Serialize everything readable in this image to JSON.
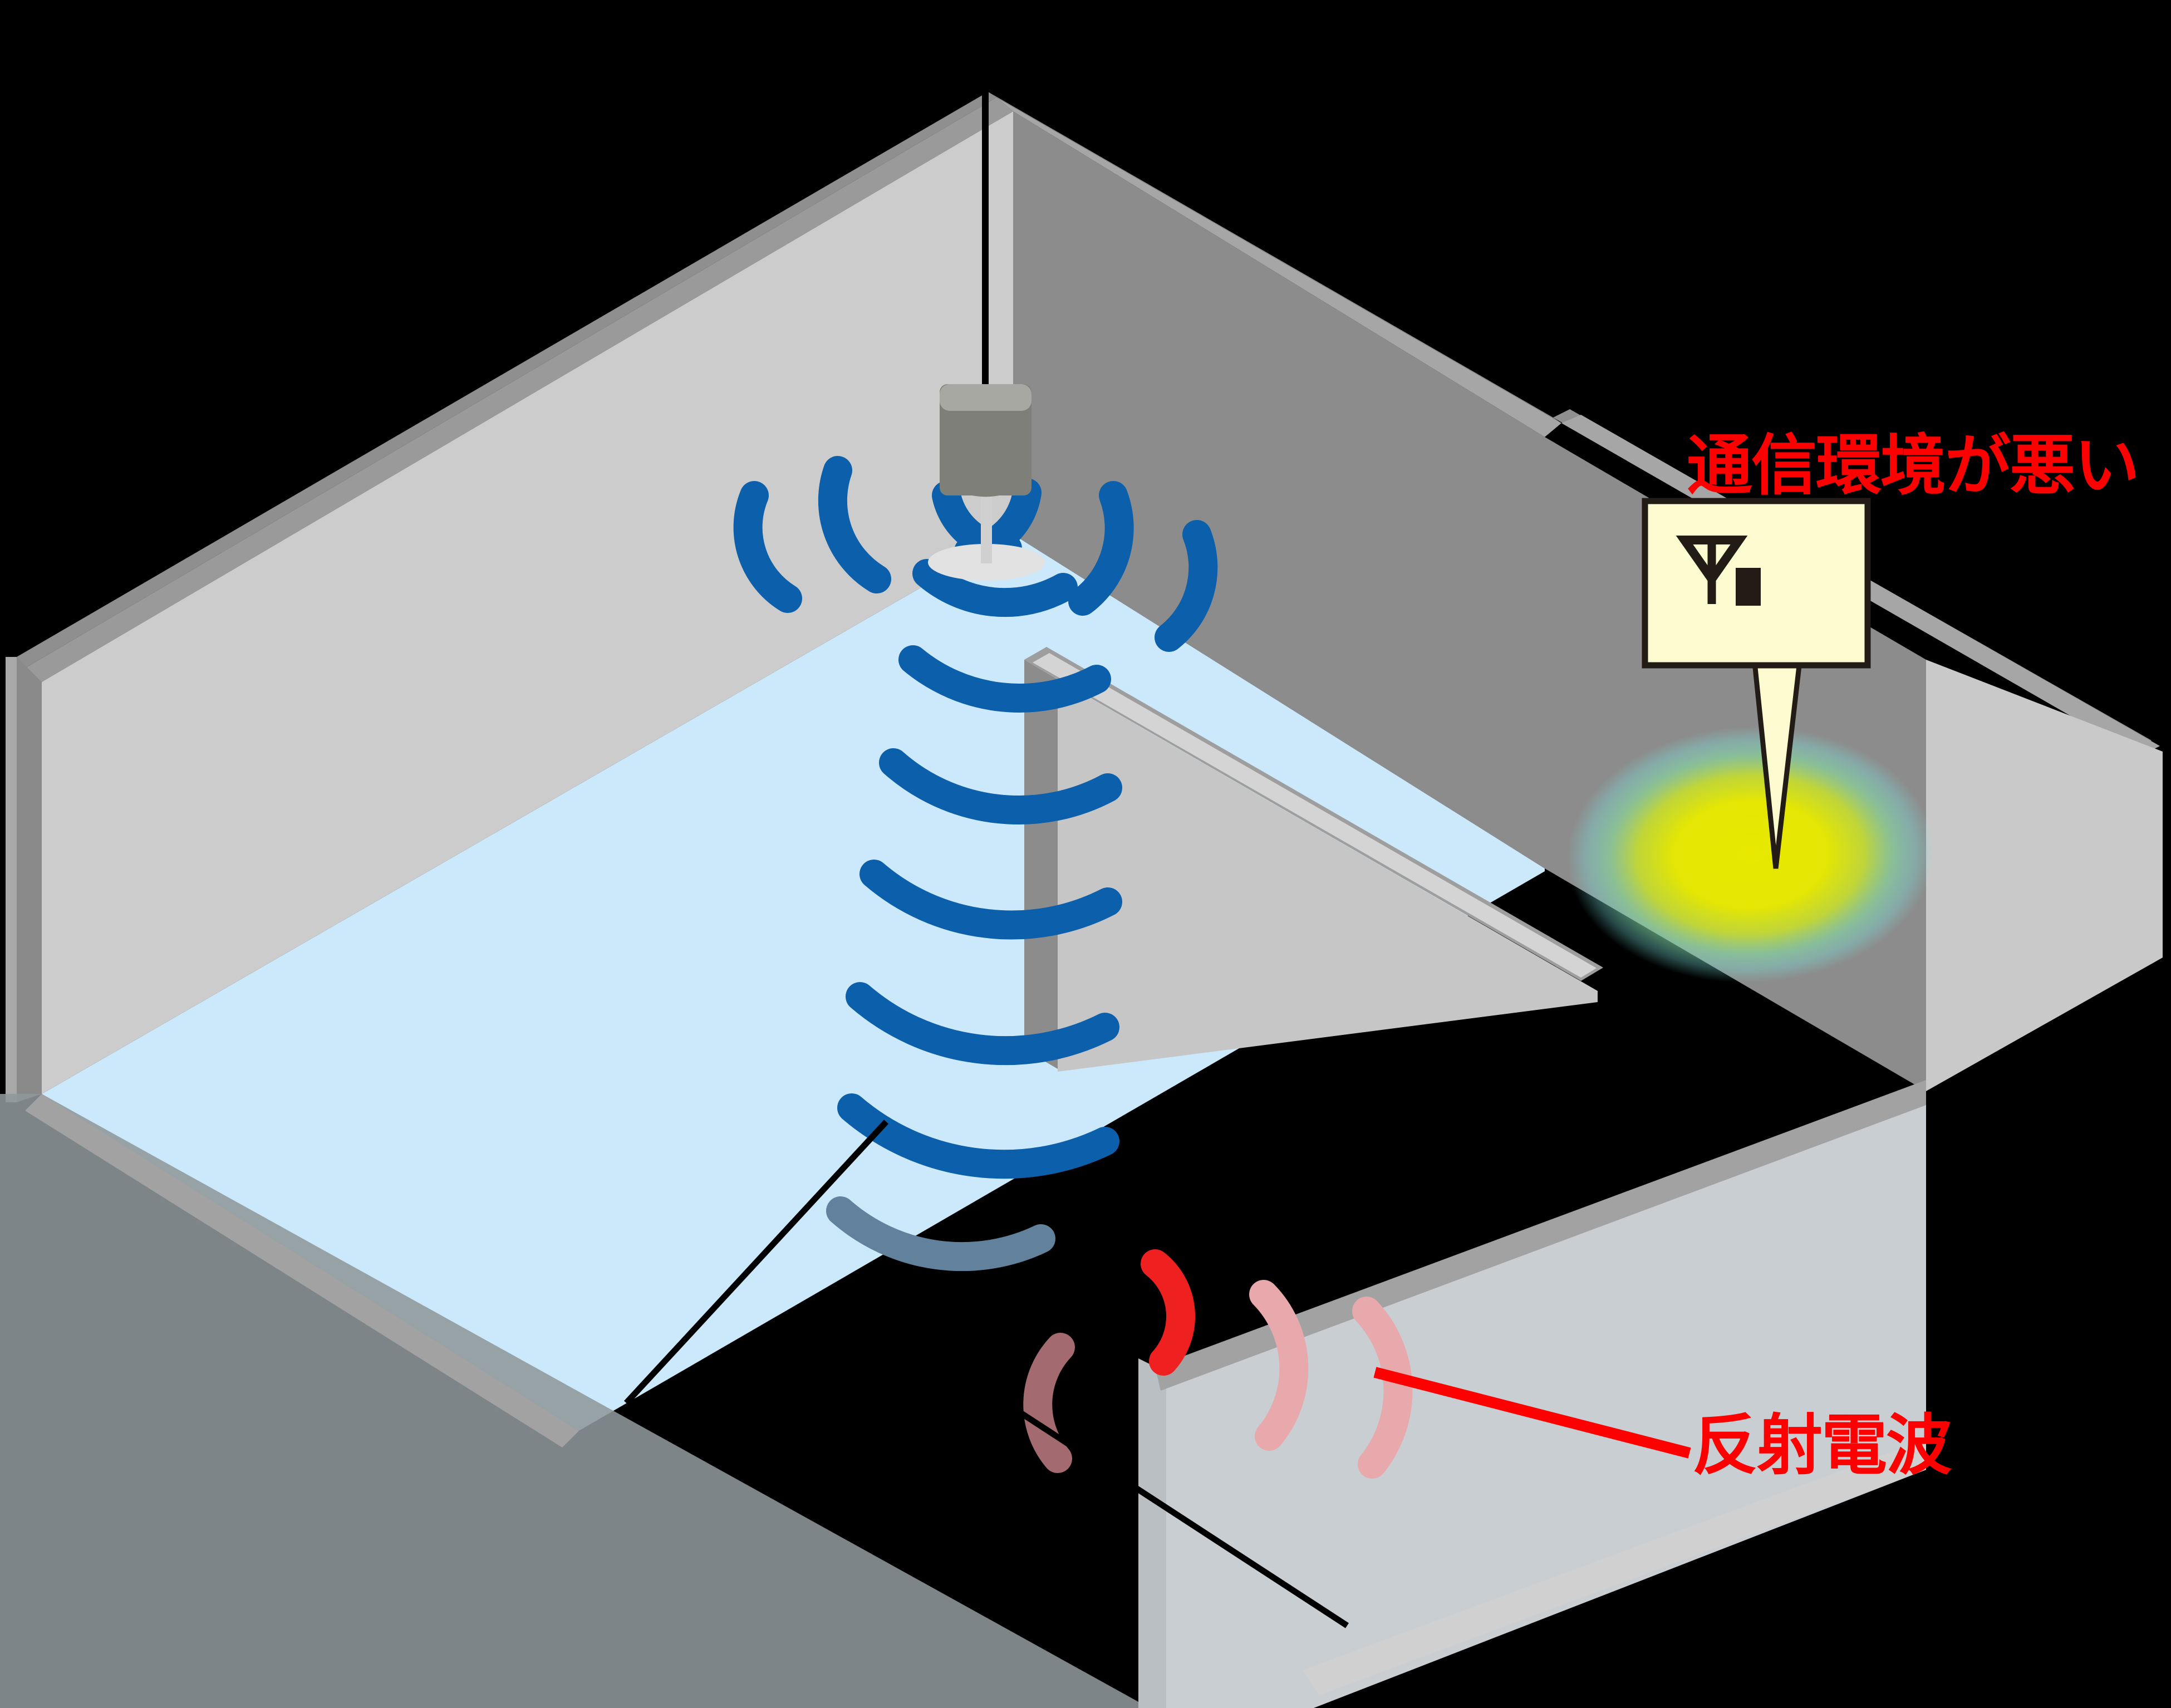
{
  "diagram": {
    "title_hidden": "",
    "type": "isometric-room-radio-propagation",
    "labels": {
      "bad_signal": "通信環境が悪い",
      "reflected_wave": "反射電波"
    },
    "callout": {
      "icon_antenna": "antenna-icon",
      "icon_signal_bar": "signal-bar-icon",
      "box_fill": "#fdfbcf",
      "box_stroke": "#231c16"
    },
    "colors": {
      "background": "#000000",
      "floor": "#cce9fc",
      "wall_inner_light": "#cccccc",
      "wall_inner_dark": "#8c8c8c",
      "wall_top_edge": "#a0a0a0",
      "wall_side_edge": "#b5b5b5",
      "front_wall_left": "#99a0a3",
      "front_wall_right": "#d8dee3",
      "partition_face": "#c6c6c6",
      "partition_side": "#8c8c8c",
      "partition_top": "#d4d4d4",
      "wave_direct": "#0b5fab",
      "wave_direct_muted": "#61819c",
      "wave_reflected": "#ee2020",
      "wave_reflected_muted": "#e8a9ad",
      "wave_reflected_dim": "#a36a6f",
      "glow_core": "#e8e800",
      "glow_mid": "#9fd96a",
      "glow_edge": "#7fe3e0",
      "label_text": "#fe0000",
      "device_body": "#8b8b85",
      "device_cap": "#a8a8a2",
      "device_cable": "#000000",
      "device_stem": "#d0d0d0",
      "device_base": "#e2e2e2",
      "leader_black": "#000000",
      "leader_red": "#fe0000"
    },
    "elements": {
      "access_point": "ceiling-access-point",
      "partition": "interior-partition-wall",
      "glow_zone": "weak-signal-glow",
      "direct_waves_count": 9,
      "reflected_waves_count": 5
    }
  }
}
